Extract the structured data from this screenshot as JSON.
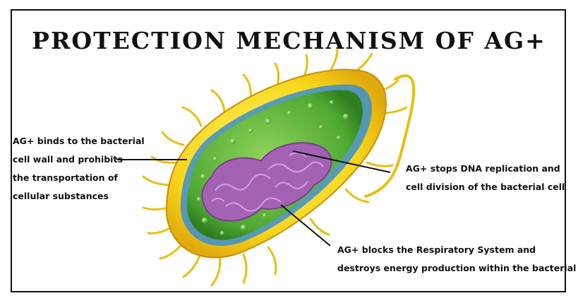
{
  "title": "PROTECTION MECHANISM OF AG+",
  "colors": {
    "cell_wall": "#f7d51a",
    "cytoplasm": "#5bb83a",
    "nucleoid": "#a462b5",
    "membrane_accent": "#3b8fd0",
    "text": "#111111"
  },
  "labels": {
    "cell_wall": [
      "AG+ binds to the bacterial",
      "cell wall and prohibits",
      "the transportation of",
      "cellular substances"
    ],
    "dna": [
      "AG+ stops DNA replication and",
      "cell division of the bacterial cell"
    ],
    "respiratory": [
      "AG+ blocks the Respiratory System and",
      "destroys energy production within the bacterial cell"
    ]
  }
}
